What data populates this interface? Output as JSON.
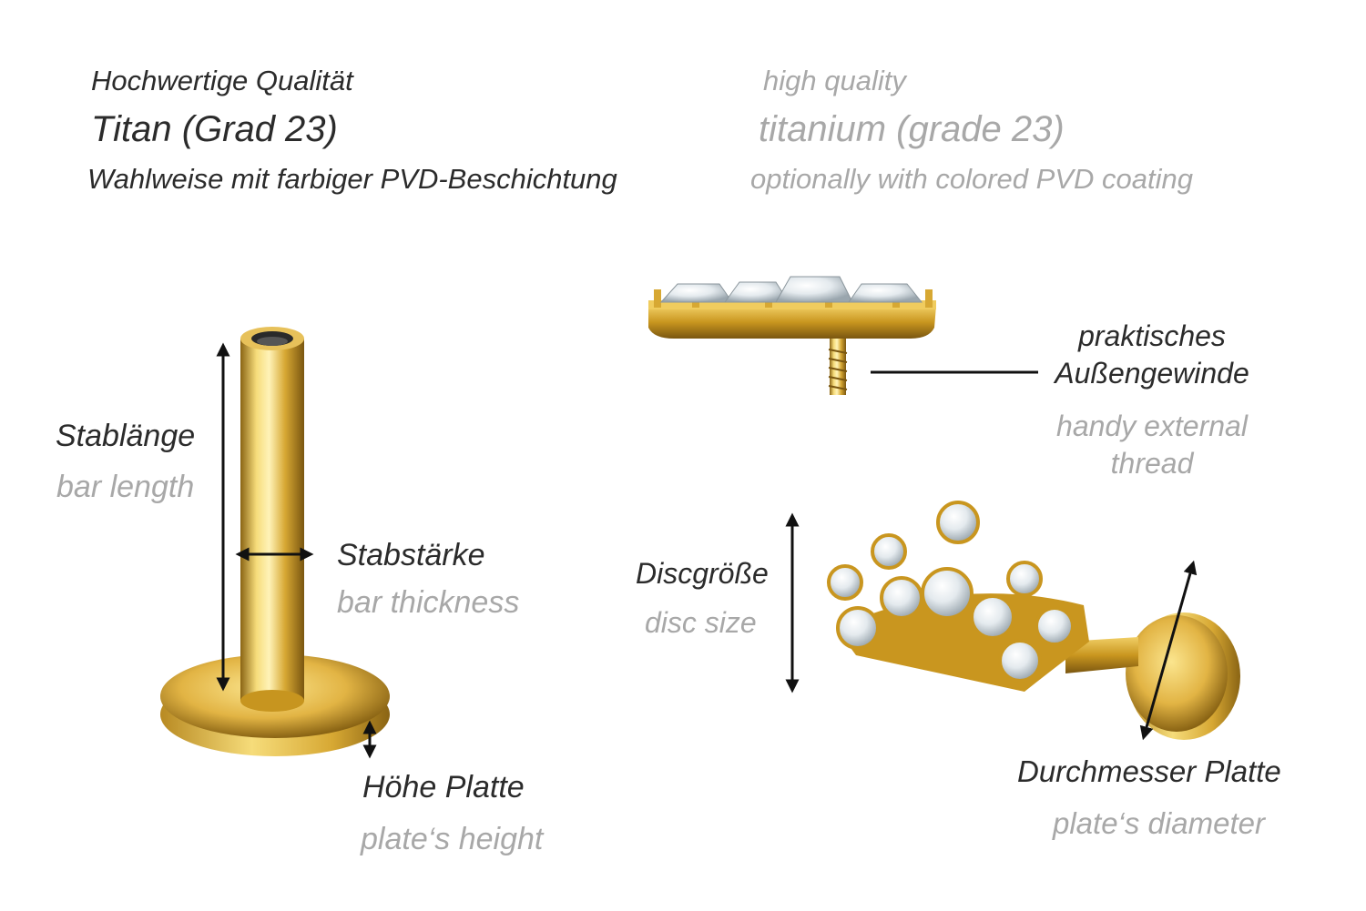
{
  "header": {
    "de_line1": "Hochwertige Qualität",
    "de_line2": "Titan (Grad 23)",
    "de_line3": "Wahlweise mit farbiger PVD-Beschichtung",
    "en_line1": "high quality",
    "en_line2": "titanium (grade 23)",
    "en_line3": "optionally with colored PVD coating"
  },
  "labels": {
    "bar_length_de": "Stablänge",
    "bar_length_en": "bar length",
    "bar_thickness_de": "Stabstärke",
    "bar_thickness_en": "bar thickness",
    "plate_height_de": "Höhe Platte",
    "plate_height_en": "plate‘s height",
    "thread_de_1": "praktisches",
    "thread_de_2": "Außengewinde",
    "thread_en_1": "handy external",
    "thread_en_2": "thread",
    "disc_size_de": "Discgröße",
    "disc_size_en": "disc size",
    "plate_diameter_de": "Durchmesser Platte",
    "plate_diameter_en": "plate‘s diameter"
  },
  "colors": {
    "gold_light": "#f6dc7a",
    "gold_mid": "#d7a833",
    "gold_dark": "#8a6414",
    "crystal": "#e8eef2",
    "text_de": "#2b2b2b",
    "text_en": "#a8a8a8",
    "arrow": "#111111"
  }
}
